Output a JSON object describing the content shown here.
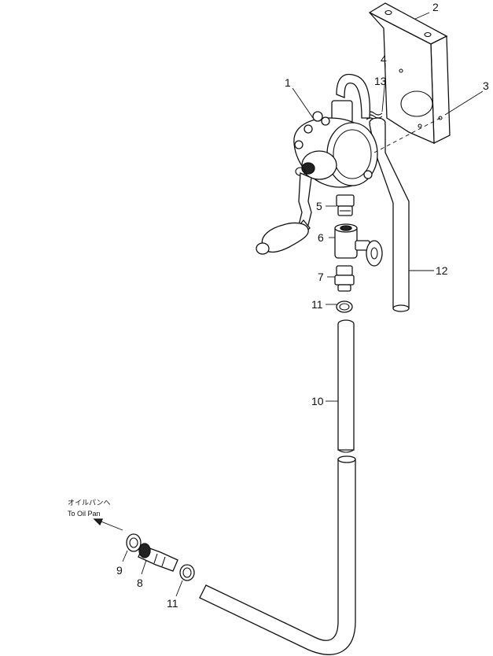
{
  "note": {
    "line1": "オイルパンへ",
    "line2": "To  Oil  Pan"
  },
  "callouts": {
    "c1": "1",
    "c2": "2",
    "c3": "3",
    "c4": "4",
    "c5": "5",
    "c6": "6",
    "c7": "7",
    "c8": "8",
    "c9": "9",
    "c10": "10",
    "c11a": "11",
    "c11b": "11",
    "c12": "12",
    "c13": "13"
  }
}
